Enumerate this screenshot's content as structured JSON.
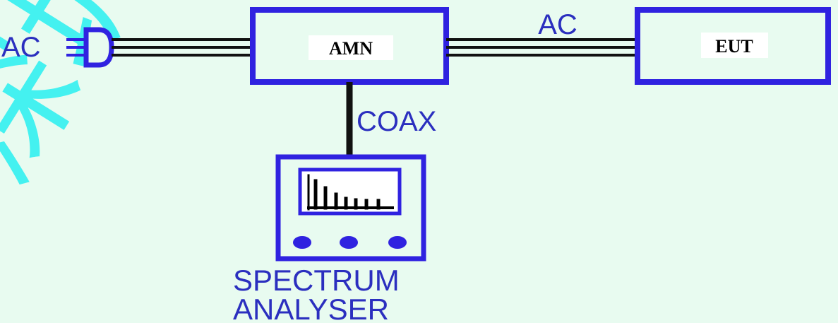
{
  "colors": {
    "background": "#e8fbf0",
    "box_border": "#2f22e0",
    "label_text": "#2b2fbf",
    "wire": "#111111",
    "watermark": "#33f0f0"
  },
  "plug": {
    "label": "AC",
    "icon": "power-plug-icon"
  },
  "amn_box": {
    "label": "AMN"
  },
  "eut_box": {
    "label": "EUT"
  },
  "ac_link": {
    "label": "AC"
  },
  "coax_link": {
    "label": "COAX"
  },
  "analyser": {
    "label_line1": "SPECTRUM",
    "label_line2": "ANALYSER"
  },
  "watermark": {
    "text": "深圳"
  }
}
